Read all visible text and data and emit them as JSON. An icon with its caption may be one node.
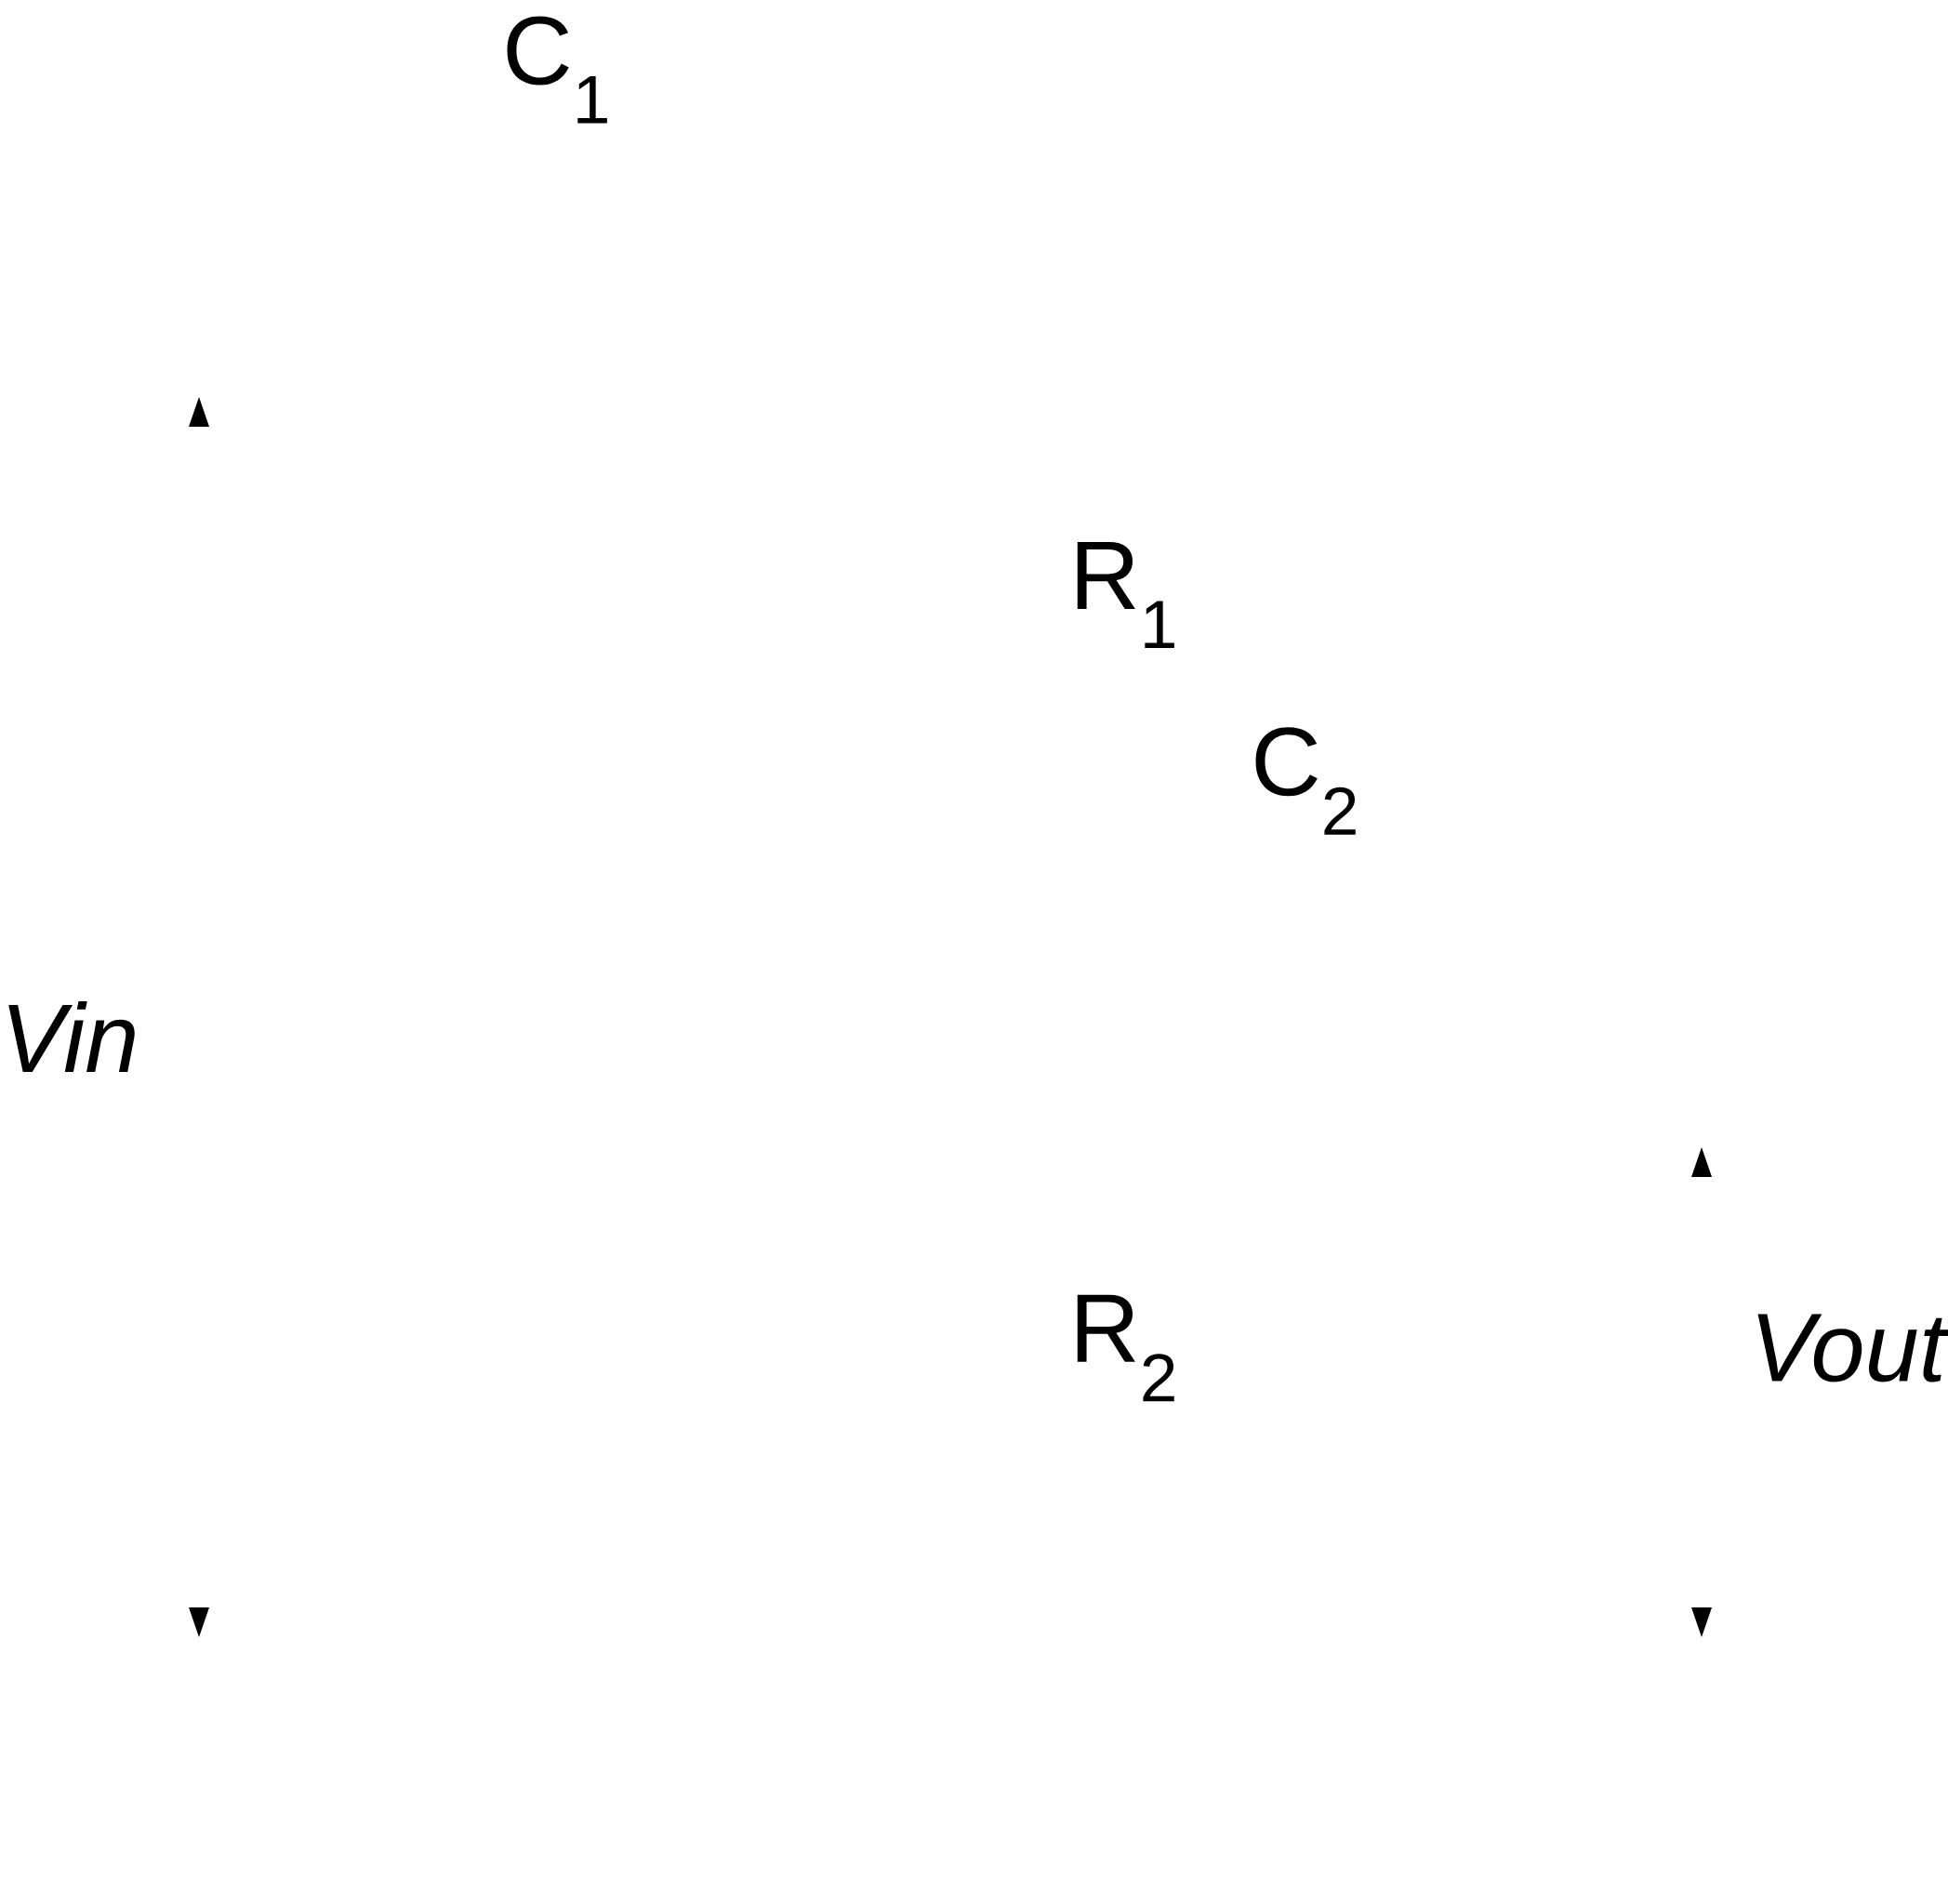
{
  "diagram": {
    "labels": [
      "C$_{1}$",
      "R$_{1}$",
      "C$_{2}$",
      "Vin",
      "R$_{2}$",
      "Vout"
    ]
  }
}
